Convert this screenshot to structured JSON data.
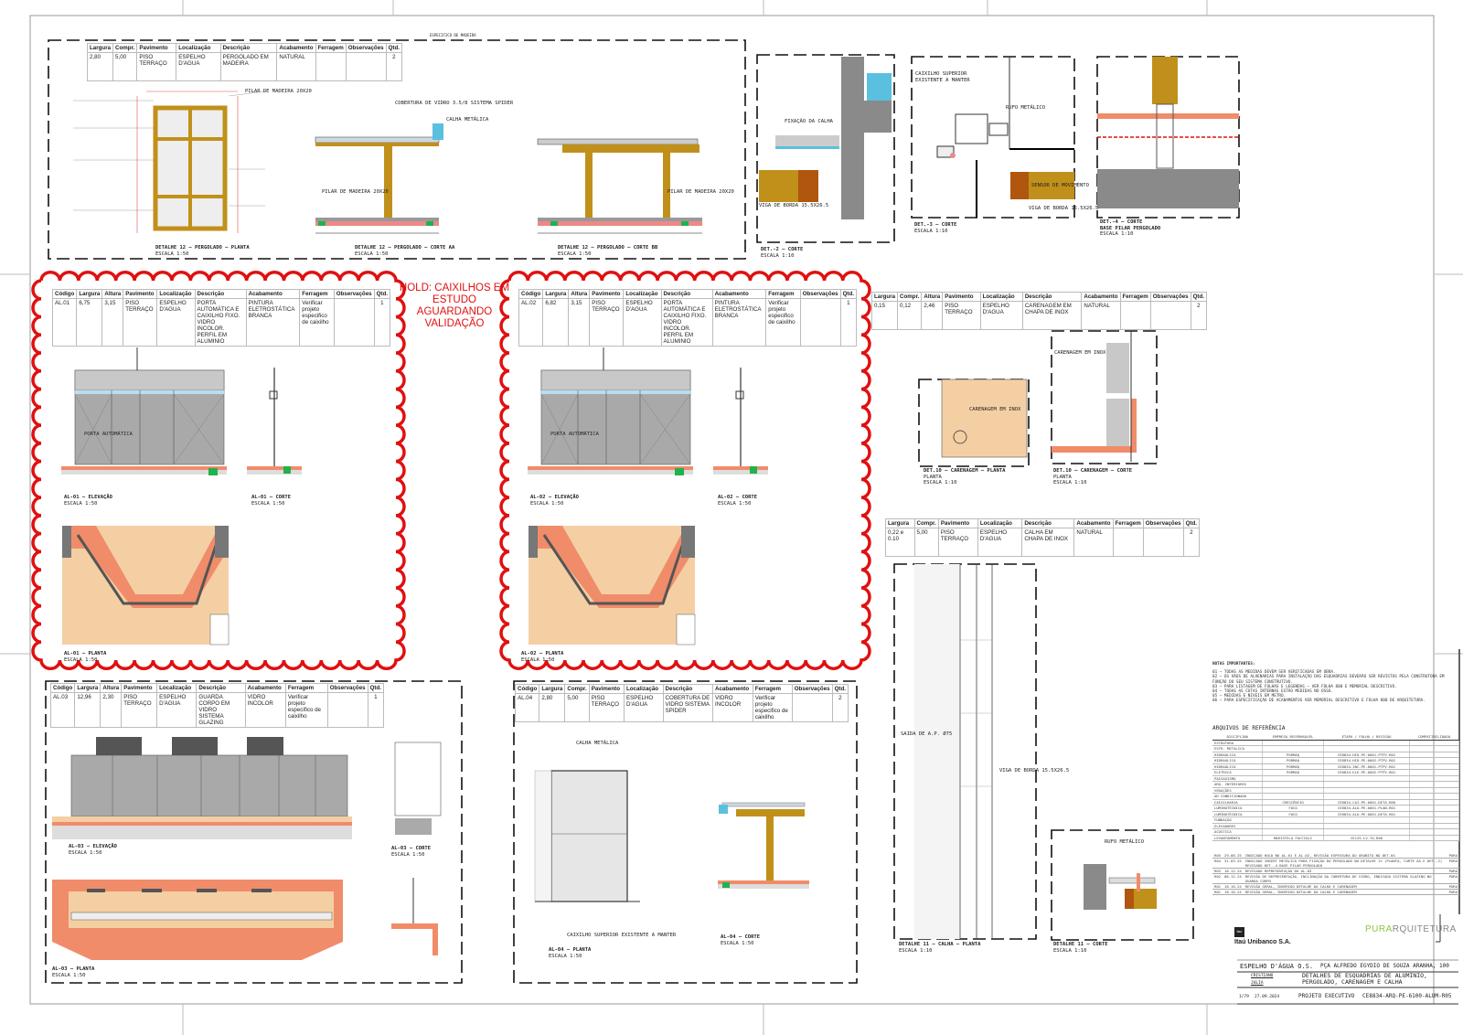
{
  "sheet": {
    "hold_note": "HOLD: CAIXILHOS EM ESTUDO AGUARDANDO VALIDAÇÃO",
    "top_label": "ESPECIFICO DE MADEIRA"
  },
  "tables": {
    "pergolado": {
      "headers": [
        "Largura",
        "Compr.",
        "Pavimento",
        "Localização",
        "Descrição",
        "Acabamento",
        "Ferragem",
        "Observações",
        "Qtd."
      ],
      "rows": [
        [
          "2,80",
          "5,00",
          "PISO TERRAÇO",
          "ESPELHO D'AGUA",
          "PERGOLADO EM MADEIRA",
          "NATURAL",
          "",
          "",
          "2"
        ]
      ]
    },
    "al01": {
      "headers": [
        "Código",
        "Largura",
        "Altura",
        "Pavimento",
        "Localização",
        "Descrição",
        "Acabamento",
        "Ferragem",
        "Observações",
        "Qtd."
      ],
      "rows": [
        [
          "AL.01",
          "6,75",
          "3,15",
          "PISO TERRAÇO",
          "ESPELHO D'AGUA",
          "PORTA AUTOMÁTICA E CAIXILHO FIXO. VIDRO INCOLOR. PERFIL EM ALUMINIO",
          "PINTURA ELETROSTÁTICA BRANCA",
          "Verificar projeto especifico de caixilho",
          "",
          "1"
        ]
      ]
    },
    "al02": {
      "headers": [
        "Código",
        "Largura",
        "Altura",
        "Pavimento",
        "Localização",
        "Descrição",
        "Acabamento",
        "Ferragem",
        "Observações",
        "Qtd."
      ],
      "rows": [
        [
          "AL.02",
          "6,82",
          "3,15",
          "PISO TERRAÇO",
          "ESPELHO D'AGUA",
          "PORTA AUTOMÁTICA E CAIXILHO FIXO. VIDRO INCOLOR. PERFIL EM ALUMINIO",
          "PINTURA ELETROSTÁTICA BRANCA",
          "Verificar projeto especifico de caixilho",
          "",
          "1"
        ]
      ]
    },
    "carenagem": {
      "headers": [
        "Largura",
        "Compr.",
        "Altura",
        "Pavimento",
        "Localização",
        "Descrição",
        "Acabamento",
        "Ferragem",
        "Observações",
        "Qtd."
      ],
      "rows": [
        [
          "0,15",
          "0,12",
          "2,46",
          "PISO TERRAÇO",
          "ESPELHO D'AGUA",
          "CARENAGEM EM CHAPA DE INOX",
          "NATURAL",
          "",
          "",
          "2"
        ]
      ]
    },
    "calha": {
      "headers": [
        "Largura",
        "Compr.",
        "Pavimento",
        "Localização",
        "Descrição",
        "Acabamento",
        "Ferragem",
        "Observações",
        "Qtd."
      ],
      "rows": [
        [
          "0,22 e 0.10",
          "5,00",
          "PISO TERRAÇO",
          "ESPELHO D'AGUA",
          "CALHA EM CHAPA DE INOX",
          "NATURAL",
          "",
          "",
          "2"
        ]
      ]
    },
    "al03": {
      "headers": [
        "Código",
        "Largura",
        "Altura",
        "Pavimento",
        "Localização",
        "Descrição",
        "Acabamento",
        "Ferragem",
        "Observações",
        "Qtd."
      ],
      "rows": [
        [
          "AL.03",
          "12,96",
          "2,30",
          "PISO TERRAÇO",
          "ESPELHO D'AGUA",
          "GUARDA CORPO EM VIDRO SISTEMA GLAZING",
          "VIDRO INCOLOR",
          "Verificar projeto especifico de caixilho",
          "",
          "1"
        ]
      ]
    },
    "al04": {
      "headers": [
        "Código",
        "Largura",
        "Compr.",
        "Pavimento",
        "Localização",
        "Descrição",
        "Acabamento",
        "Ferragem",
        "Observações",
        "Qtd."
      ],
      "rows": [
        [
          "AL.04",
          "2,80",
          "5,00",
          "PISO TERRAÇO",
          "ESPELHO D'AGUA",
          "COBERTURA DE VIDRO SISTEMA SPIDER",
          "VIDRO INCOLOR",
          "Verificar projeto especifico de caixilho",
          "",
          "2"
        ]
      ]
    }
  },
  "captions": {
    "pergolado_planta": {
      "title": "DETALHE 12 – PERGOLADO – PLANTA",
      "scale": "ESCALA 1:50"
    },
    "pergolado_aa": {
      "title": "DETALHE 12 – PERGOLADO – CORTE AA",
      "scale": "ESCALA 1:50"
    },
    "pergolado_bb": {
      "title": "DETALHE 12 – PERGOLADO – CORTE BB",
      "scale": "ESCALA 1:50"
    },
    "det2": {
      "title": "DET.-2 – CORTE",
      "scale": "ESCALA 1:10"
    },
    "det3": {
      "title": "DET.-3 – CORTE",
      "scale": "ESCALA 1:10"
    },
    "det4": {
      "title": "DET.-4 – CORTE",
      "sub": "BASE PILAR PERGOLADO",
      "scale": "ESCALA 1:10"
    },
    "al01_elev": {
      "title": "AL-01 – ELEVAÇÃO",
      "scale": "ESCALA 1:50"
    },
    "al01_corte": {
      "title": "AL-01 – CORTE",
      "scale": "ESCALA 1:50"
    },
    "al01_planta": {
      "title": "AL-01 – PLANTA",
      "scale": "ESCALA 1:50"
    },
    "al02_elev": {
      "title": "AL-02 – ELEVAÇÃO",
      "scale": "ESCALA 1:50"
    },
    "al02_corte": {
      "title": "AL-02 – CORTE",
      "scale": "ESCALA 1:50"
    },
    "al02_planta": {
      "title": "AL-02 – PLANTA",
      "scale": "ESCALA 1:50"
    },
    "det10_planta": {
      "title": "DET.10 – CARENAGEM – PLANTA",
      "sub": "PLANTA",
      "scale": "ESCALA 1:10"
    },
    "det10_corte": {
      "title": "DET.10 – CARENAGEM – CORTE",
      "sub": "PLANTA",
      "scale": "ESCALA 1:10"
    },
    "det11_planta": {
      "title": "DETALHE 11 – CALHA – PLANTA",
      "scale": "ESCALA 1:10"
    },
    "det11_corte": {
      "title": "DETALHE 11 – CORTE",
      "scale": "ESCALA 1:10"
    },
    "al03_elev": {
      "title": "AL-03 – ELEVAÇÃO",
      "scale": "ESCALA 1:50"
    },
    "al03_corte": {
      "title": "AL-03 – CORTE",
      "scale": "ESCALA 1:50"
    },
    "al03_planta": {
      "title": "AL-03 – PLANTA",
      "scale": "ESCALA 1:50"
    },
    "al04_planta": {
      "title": "AL-04 – PLANTA",
      "scale": "ESCALA 1:50"
    },
    "al04_corte": {
      "title": "AL-04 – CORTE",
      "scale": "ESCALA 1:50"
    }
  },
  "annotations": {
    "pilar_madeira": "PILAR DE MADEIRA 20X20",
    "calha_metalica": "CALHA METÁLICA",
    "cobertura_vidro": "COBERTURA DE VIDRO 3.5/8 SISTEMA SPIDER",
    "viga_borda": "VIGA DE BORDA 15.5X26.5",
    "rufo": "RUFO METÁLICO",
    "sensor": "SENSOR DE MOVIMENTO",
    "fixacao": "FIXAÇÃO DA CALHA",
    "caixilho_superior": "CAIXILHO SUPERIOR EXISTENTE A MANTER",
    "carenagem_inox": "CARENAGEM EM INOX",
    "saida_ap": "SAIDA DE A.P. Ø75",
    "porta_automatica": "PORTA AUTOMÁTICA"
  },
  "notes": {
    "title": "NOTAS IMPORTANTES:",
    "items": [
      "01 – TODAS AS MEDIDAS DEVEM SER VERIFICADAS EM OBRA.",
      "02 – OS VÃOS DE ALVENARIAS PARA INSTALAÇÃO DAS ESQUADRIAS DEVERÃO SER REVISTOS PELA CONSTRUTORA EM FUNÇÃO DO SEU SISTEMA CONSTRUTIVO.",
      "03 – PARA LISTAGEM DE FOLHAS E LEGENDAS – VER FOLHA 800 E MEMORIAL DESCRITIVO.",
      "04 – TODAS AS COTAS INTERNAS ESTÃO MEDIDAS NO OSSO.",
      "05 – MEDIDAS E NIVEIS EM METRO.",
      "06 – PARA ESPECIFICAÇÃO DE ACABAMENTOS VER MEMORIAL DESCRITIVO E FOLHA 800 DE ARQUITETURA."
    ]
  },
  "references": {
    "title": "ARQUIVOS DE REFERÊNCIA",
    "headers": [
      "DISCIPLINA",
      "EMPRESA RESPONSAVEL",
      "ETAPA / FOLHA / REVISÃO",
      "COMPATIBILIDADO"
    ],
    "rows": [
      [
        "ESTRUTURA",
        "",
        "",
        ""
      ],
      [
        "ESTR. METALICA",
        "",
        "",
        ""
      ],
      [
        "HIDRAULICA",
        "PORMAQ",
        "CE8834-HID-PE-0001-PTPV-R02",
        ""
      ],
      [
        "HIDRAULICA",
        "PORMAQ",
        "CE8834-HID-PE-0002-PTPV-R02",
        ""
      ],
      [
        "HIDRAULICA",
        "PORMAQ",
        "CE8834-INC-PE-0001-PTPV-R01",
        ""
      ],
      [
        "ELETRICA",
        "PORMAQ",
        "CE8834-ELE-PE-0002-PTPV-R01",
        ""
      ],
      [
        "PAISAGISMO",
        "",
        "",
        ""
      ],
      [
        "ARQ. INTERIORES",
        "",
        "",
        ""
      ],
      [
        "VEDAÇÕES",
        "",
        "",
        ""
      ],
      [
        "AR CONDICIONADO",
        "",
        "",
        ""
      ],
      [
        "CAIXILHARIA",
        "CRESCÊNCIO",
        "CE8834-CAI-PE-0001-DETA-R00",
        ""
      ],
      [
        "LUMINOTÉCNICA",
        "FOCO",
        "CE8834-ALU-PE-0001-PLAN-R01",
        ""
      ],
      [
        "LUMINOTÉCNICA",
        "FOCO",
        "CE8834-ALU-PE-0001-DETA-R01",
        ""
      ],
      [
        "FUNDAÇÃO",
        "",
        "",
        ""
      ],
      [
        "ELEVADORES",
        "",
        "",
        ""
      ],
      [
        "ACÚSTICA",
        "",
        "",
        ""
      ],
      [
        "LEVANTAMENTO",
        "MARISTELA FACCIOLI",
        "CE125-LV-TO_R00",
        ""
      ]
    ]
  },
  "revisions": [
    [
      "R05",
      "29.08.25",
      "INDICADO HOLD NO AL.01 E AL.02, REVISÃO ESPESSURA DO GRANITO NO DET.04",
      "PURA"
    ],
    [
      "R04",
      "31.03.25",
      "INDICADO INSERT METÁLICO PARA FIXAÇÃO DO PERGOLADO NO DETALHE 12 (PLANTA, CORTE AA E DET.-2) REVISADO DET.-4 BASE PILAR PERGOLADO",
      "PURA"
    ],
    [
      "R03",
      "16.12.24",
      "REVISADO REPRESENTAÇÃO DO AL.03",
      "PURA"
    ],
    [
      "R02",
      "06.12.24",
      "REVISÃO DE REPRESENTAÇÃO, INCLINAÇÃO DA COBERTURA DE VIDRO, INDICADO SISTEMA GLAZING NO GUARDA CORPO",
      "PURA"
    ],
    [
      "R01",
      "18.10.24",
      "REVISÃO GERAL, INSERIDO DETALHE DA CALHA E CARENAGEM",
      "PURA"
    ],
    [
      "R01",
      "18.10.24",
      "REVISÃO GERAL, INSERIDO DETALHE DA CALHA E CARENAGEM",
      "PURA"
    ]
  ],
  "title_block": {
    "client": "Itaú Unibanco S.A.",
    "client_logo": "itaú",
    "architect_brand_a": "PURA",
    "architect_brand_b": "RQUITETURA",
    "project": "ESPELHO D'ÁGUA O.S.",
    "address": "PÇA ALFREDO EGYDIO DE SOUZA ARANHA, 100",
    "drawn_by": "CRISTIANO",
    "checked_by": "JULIA",
    "sheet_title": "DETALHES DE ESQUADRIAS DE ALUMINIO, PERGOLADO, CARENAGEM E CALHA",
    "sheet_number": "1/79",
    "date": "27.09.2024",
    "phase": "PROJETO EXECUTIVO",
    "code": "CE8834-ARQ-PE-6100-ALUM-R05"
  },
  "colors": {
    "cloud": "#e01010",
    "wood": "#c0901a",
    "wood_dark": "#b0560f",
    "water": "#5bbfe0",
    "concrete": "#8a8a8a",
    "peach": "#f5cfa4",
    "salmon": "#f08c6a",
    "green": "#22b14c"
  }
}
